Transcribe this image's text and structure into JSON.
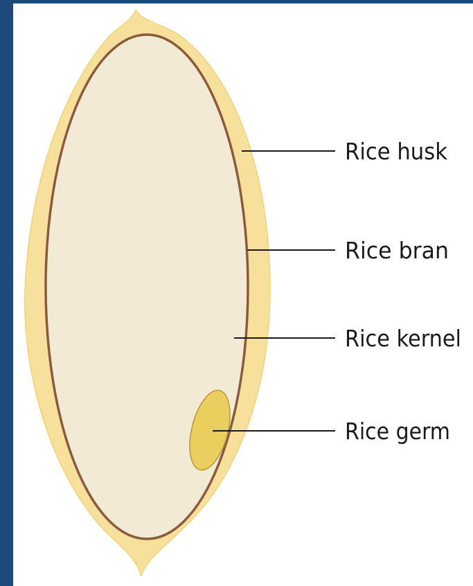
{
  "diagram": {
    "parts": [
      {
        "id": "husk",
        "label": "Rice husk",
        "color": "#f6e09c"
      },
      {
        "id": "bran",
        "label": "Rice bran",
        "color": "#8b5a3c"
      },
      {
        "id": "kernel",
        "label": "Rice kernel",
        "color": "#f3ead6"
      },
      {
        "id": "germ",
        "label": "Rice germ",
        "color": "#e9cf5d"
      }
    ],
    "frame_color": "#1e4a7a"
  }
}
